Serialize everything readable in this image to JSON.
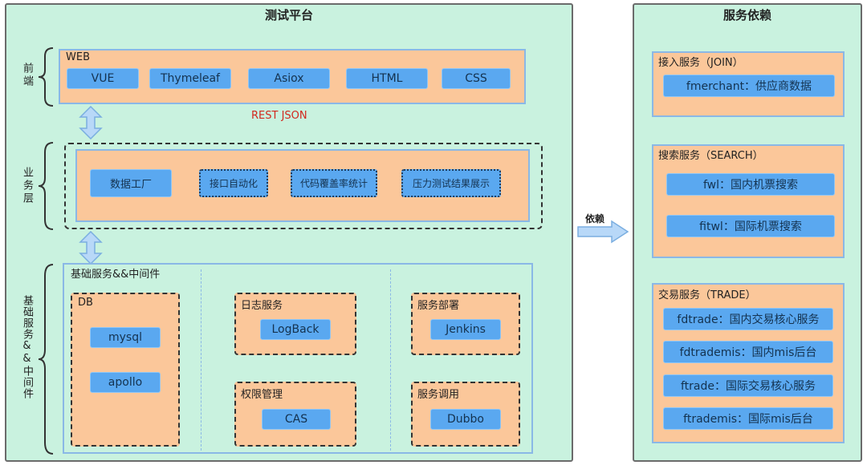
{
  "left_panel": {
    "title": "测试平台",
    "frontend": {
      "side_label": "前端",
      "group_label": "WEB",
      "items": [
        "VUE",
        "Thymeleaf",
        "Asiox",
        "HTML",
        "CSS"
      ],
      "connector_label": "REST JSON"
    },
    "business": {
      "side_label": "业务层",
      "items": [
        "数据工厂",
        "接口自动化",
        "代码覆盖率统计",
        "压力测试结果展示"
      ]
    },
    "infra": {
      "side_label": "基础服务&&中间件",
      "group_label": "基础服务&&中间件",
      "db": {
        "label": "DB",
        "items": [
          "mysql",
          "apollo"
        ]
      },
      "log": {
        "label": "日志服务",
        "item": "LogBack"
      },
      "auth": {
        "label": "权限管理",
        "item": "CAS"
      },
      "deploy": {
        "label": "服务部署",
        "item": "Jenkins"
      },
      "rpc": {
        "label": "服务调用",
        "item": "Dubbo"
      }
    }
  },
  "arrow_label": "依赖",
  "right_panel": {
    "title": "服务依赖",
    "groups": [
      {
        "label": "接入服务（JOIN）",
        "items": [
          "fmerchant：供应商数据"
        ]
      },
      {
        "label": "搜索服务（SEARCH）",
        "items": [
          "fwl：国内机票搜索",
          "fitwl：国际机票搜索"
        ]
      },
      {
        "label": "交易服务（TRADE）",
        "items": [
          "fdtrade：国内交易核心服务",
          "fdtrademis：国内mis后台",
          "ftrade：国际交易核心服务",
          "ftrademis：国际mis后台"
        ]
      }
    ]
  },
  "colors": {
    "panel_bg": "#c9f2df",
    "box_orange": "#fbc79a",
    "chip_blue": "#5aa8f0",
    "rest_text": "#d2281e",
    "arrow_fill": "#b8d8f8"
  },
  "icons": [
    "left-curly-brace-icon",
    "double-arrow-icon",
    "right-arrow-icon"
  ]
}
